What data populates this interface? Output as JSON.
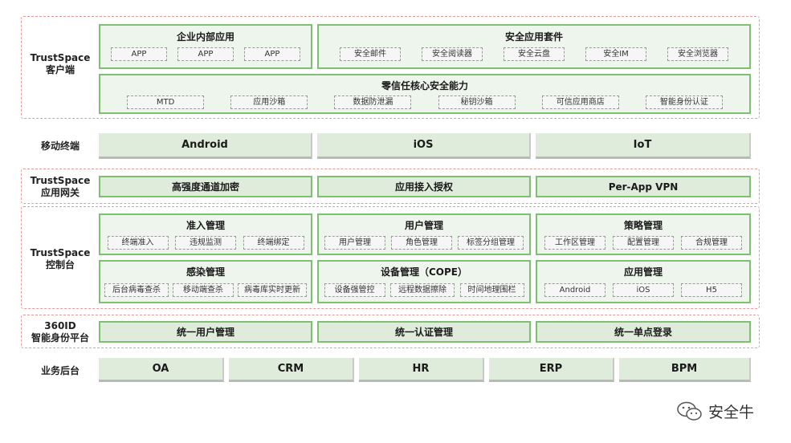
{
  "client_layer": {
    "label": "TrustSpace\n客户端",
    "internal_apps": {
      "title": "企业内部应用",
      "items": [
        "APP",
        "APP",
        "APP"
      ]
    },
    "security_suite": {
      "title": "安全应用套件",
      "items": [
        "安全邮件",
        "安全阅读器",
        "安全云盘",
        "安全IM",
        "安全浏览器"
      ]
    },
    "zero_trust": {
      "title": "零信任核心安全能力",
      "items": [
        "MTD",
        "应用沙箱",
        "数据防泄漏",
        "秘钥沙箱",
        "可信应用商店",
        "智能身份认证"
      ]
    }
  },
  "mobile_layer": {
    "label": "移动终端",
    "items": [
      "Android",
      "iOS",
      "IoT"
    ]
  },
  "gateway_layer": {
    "label": "TrustSpace\n应用网关",
    "items": [
      "高强度通道加密",
      "应用接入授权",
      "Per-App VPN"
    ]
  },
  "console_layer": {
    "label": "TrustSpace\n控制台",
    "access": {
      "title": "准入管理",
      "items": [
        "终端准入",
        "违规监测",
        "终端绑定"
      ]
    },
    "users": {
      "title": "用户管理",
      "items": [
        "用户管理",
        "角色管理",
        "标签分组管理"
      ]
    },
    "policy": {
      "title": "策略管理",
      "items": [
        "工作区管理",
        "配置管理",
        "合规管理"
      ]
    },
    "threat": {
      "title": "感染管理",
      "items": [
        "后台病毒查杀",
        "移动端查杀",
        "病毒库实时更新"
      ]
    },
    "device": {
      "title": "设备管理（COPE）",
      "items": [
        "设备强管控",
        "远程数据擦除",
        "时间地理围栏"
      ]
    },
    "apps": {
      "title": "应用管理",
      "items": [
        "Android",
        "iOS",
        "H5"
      ]
    }
  },
  "identity_layer": {
    "label": "360ID\n智能身份平台",
    "items": [
      "统一用户管理",
      "统一认证管理",
      "统一单点登录"
    ]
  },
  "business_layer": {
    "label": "业务后台",
    "items": [
      "OA",
      "CRM",
      "HR",
      "ERP",
      "BPM"
    ]
  },
  "watermark": {
    "text": "安全牛",
    "icon": "wechat-icon"
  },
  "colors": {
    "panel_border": "#7fbf72",
    "panel_fill": "#eef5ec",
    "band_border": "#e59a9a"
  }
}
